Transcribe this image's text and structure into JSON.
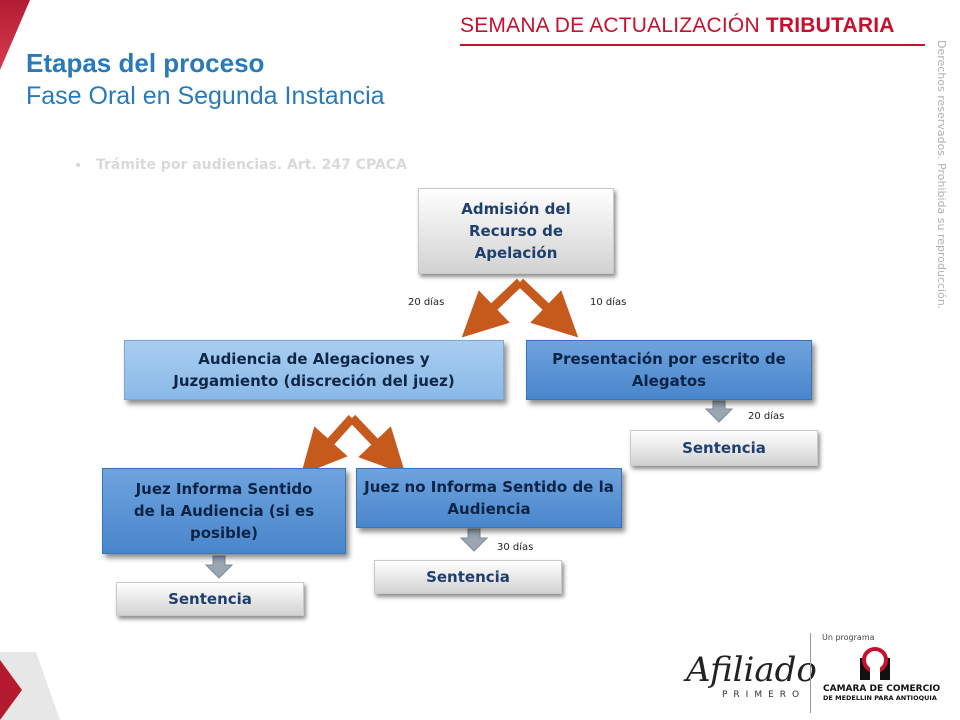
{
  "header": {
    "title_regular": "SEMANA DE ACTUALIZACIÓN ",
    "title_bold": "TRIBUTARIA"
  },
  "title": {
    "line1": "Etapas del proceso",
    "line2": "Fase Oral en Segunda Instancia"
  },
  "bullet": "Trámite por audiencias. Art. 247 CPACA",
  "side_text": "Derechos reservados.  Prohibida su reproducción.",
  "nodes": {
    "admision": "Admisión del Recurso de Apelación",
    "audiencia": "Audiencia de Alegaciones y Juzgamiento (discreción del juez)",
    "presentacion": "Presentación por escrito de Alegatos",
    "sentencia_right": "Sentencia",
    "juez_informa": "Juez Informa Sentido de la Audiencia (si es posible)",
    "juez_no_informa": "Juez no Informa Sentido de la Audiencia",
    "sentencia_mid": "Sentencia",
    "sentencia_left": "Sentencia"
  },
  "days": {
    "left_branch": "20 días",
    "right_branch": "10 días",
    "presentacion_to_sentencia": "20 días",
    "juez_no_to_sentencia": "30 días"
  },
  "colors": {
    "brand_red": "#c8102e",
    "title_blue": "#2a7ab8",
    "arrow_orange": "#c65a1c"
  },
  "footer": {
    "logo": "Afiliado",
    "logo_sub": "PRIMERO",
    "un_programa": "Un programa",
    "org_line1": "CAMARA DE COMERCIO",
    "org_line2": "DE MEDELLIN PARA ANTIOQUIA"
  }
}
